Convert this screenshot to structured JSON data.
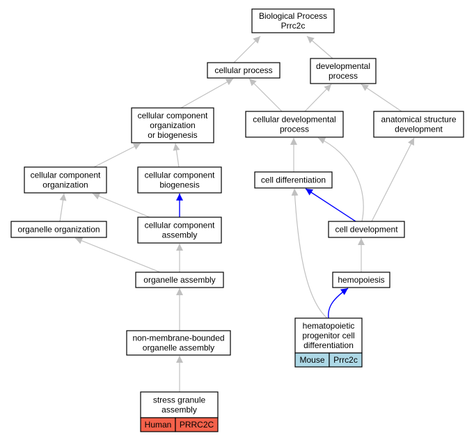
{
  "colors": {
    "edge_default": "#c0c0c0",
    "edge_highlight": "#0000ff",
    "mouse_tag": "#add8e6",
    "human_tag": "#f4614a"
  },
  "nodes": {
    "bp": [
      "Biological Process",
      "Prrc2c"
    ],
    "cellular_process": [
      "cellular process"
    ],
    "developmental_process": [
      "developmental",
      "process"
    ],
    "ccob": [
      "cellular component",
      "organization",
      "or biogenesis"
    ],
    "cdp": [
      "cellular developmental",
      "process"
    ],
    "asd": [
      "anatomical structure",
      "development"
    ],
    "cco": [
      "cellular component",
      "organization"
    ],
    "ccb": [
      "cellular component",
      "biogenesis"
    ],
    "cell_diff": [
      "cell differentiation"
    ],
    "org_org": [
      "organelle organization"
    ],
    "cca": [
      "cellular component",
      "assembly"
    ],
    "cell_dev": [
      "cell development"
    ],
    "org_assembly": [
      "organelle assembly"
    ],
    "hemopoiesis": [
      "hemopoiesis"
    ],
    "hpcd": [
      "hematopoietic",
      "progenitor cell",
      "differentiation"
    ],
    "nmboa": [
      "non-membrane-bounded",
      "organelle assembly"
    ],
    "sga": [
      "stress granule",
      "assembly"
    ]
  },
  "tags": {
    "hpcd": [
      "Mouse",
      "Prrc2c"
    ],
    "sga": [
      "Human",
      "PRRC2C"
    ]
  }
}
